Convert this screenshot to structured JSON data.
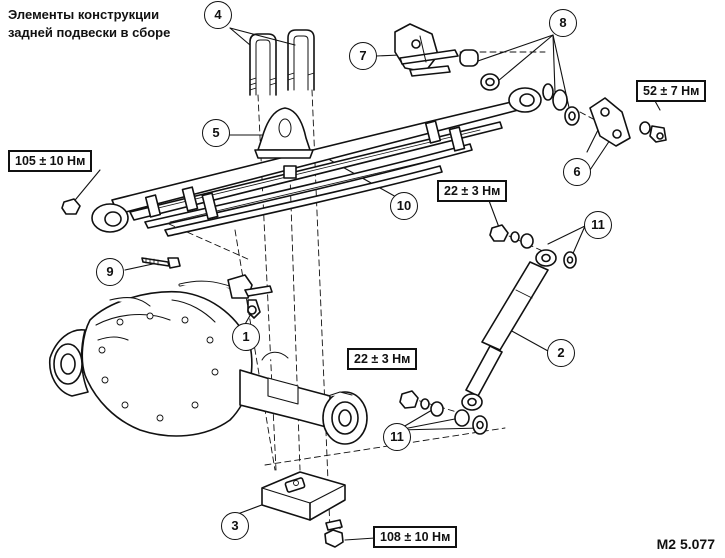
{
  "title": {
    "line1": "Элементы конструкции",
    "line2": "задней подвески в сборе"
  },
  "torques": {
    "t105": "105 ± 10 Нм",
    "t52": "52 ± 7 Нм",
    "t22_upper": "22 ± 3 Нм",
    "t22_lower": "22 ± 3 Нм",
    "t108": "108 ± 10 Нм"
  },
  "callouts": {
    "c1": "1",
    "c2": "2",
    "c3": "3",
    "c4": "4",
    "c5": "5",
    "c6": "6",
    "c7": "7",
    "c8": "8",
    "c9": "9",
    "c10": "10",
    "c11_upper": "11",
    "c11_lower": "11"
  },
  "figure_code": "M2 5.077"
}
